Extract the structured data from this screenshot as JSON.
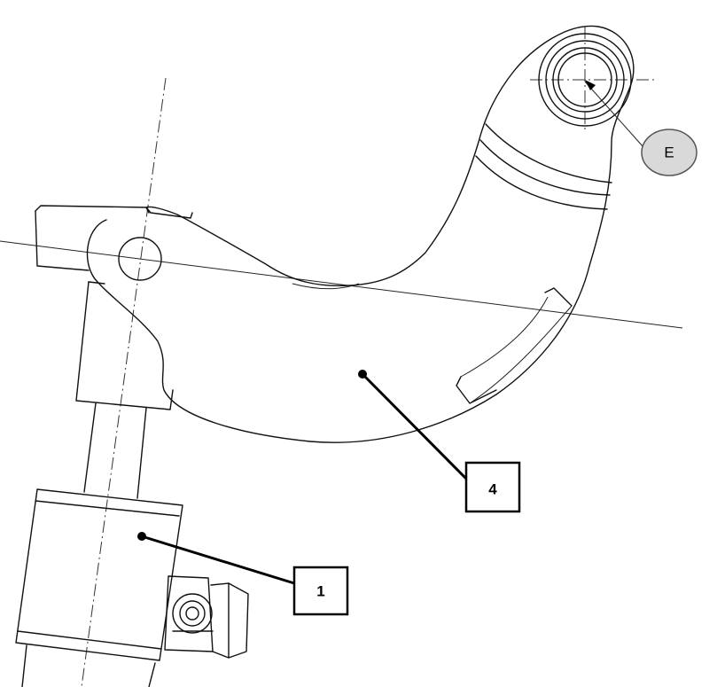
{
  "callouts": {
    "pivot_arm": {
      "label": "4"
    },
    "cylinder": {
      "label": "1"
    },
    "eye_bushing": {
      "label": "E"
    }
  },
  "colors": {
    "line": "#111111",
    "callout_circle_fill": "#d9d9d9",
    "background": "#ffffff"
  }
}
